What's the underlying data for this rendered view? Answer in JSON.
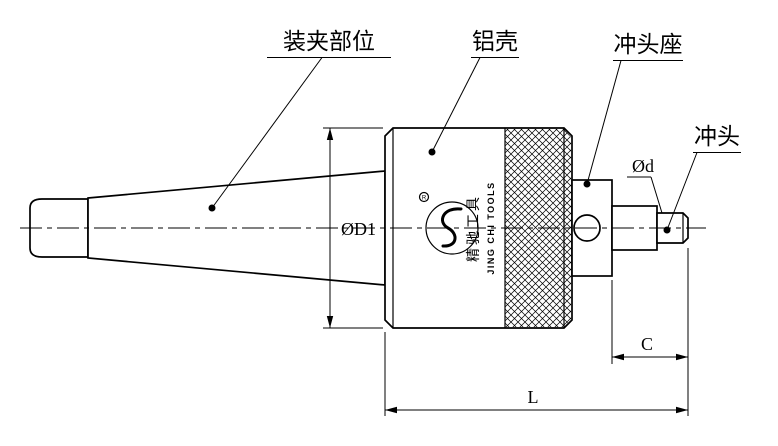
{
  "page": {
    "background": "#ffffff",
    "line_color": "#000000"
  },
  "callouts": {
    "clamping_area": "装夹部位",
    "aluminum_shell": "铝壳",
    "punch_seat": "冲头座",
    "punch": "冲头"
  },
  "dimensions": {
    "punch_diameter": "Ød",
    "body_diameter": "ØD1",
    "punch_length": "C",
    "overall_length": "L"
  },
  "branding": {
    "registered_mark": "R",
    "name_cn": "精驰工具",
    "name_en": "JING CHI TOOLS"
  }
}
